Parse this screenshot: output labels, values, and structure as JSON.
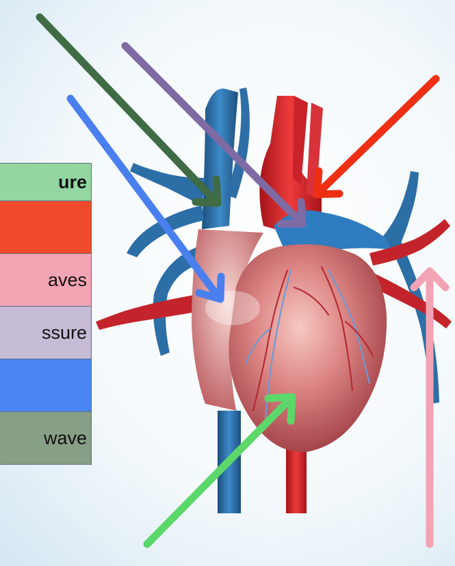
{
  "legend": {
    "header": {
      "text": "ure",
      "color": "#93d6a0"
    },
    "rows": [
      {
        "text": "",
        "color": "#ee4a2b"
      },
      {
        "text": "aves",
        "color": "#f2a4b3"
      },
      {
        "text": "ssure",
        "color": "#c6bbd6"
      },
      {
        "text": "",
        "color": "#4a86f4"
      },
      {
        "text": "wave",
        "color": "#889f87"
      }
    ]
  },
  "arrow_colors": {
    "dark_green": "#3f6b45",
    "purple": "#7f6ba3",
    "blue": "#4a7ff0",
    "red": "#ef2f14",
    "light_green": "#5cd76a",
    "pink": "#f3a3b3"
  },
  "heart_colors": {
    "vein_blue": "#2f74ad",
    "artery_red": "#d82a2f",
    "muscle": "#d9767a",
    "muscle_light": "#efb3ae"
  }
}
